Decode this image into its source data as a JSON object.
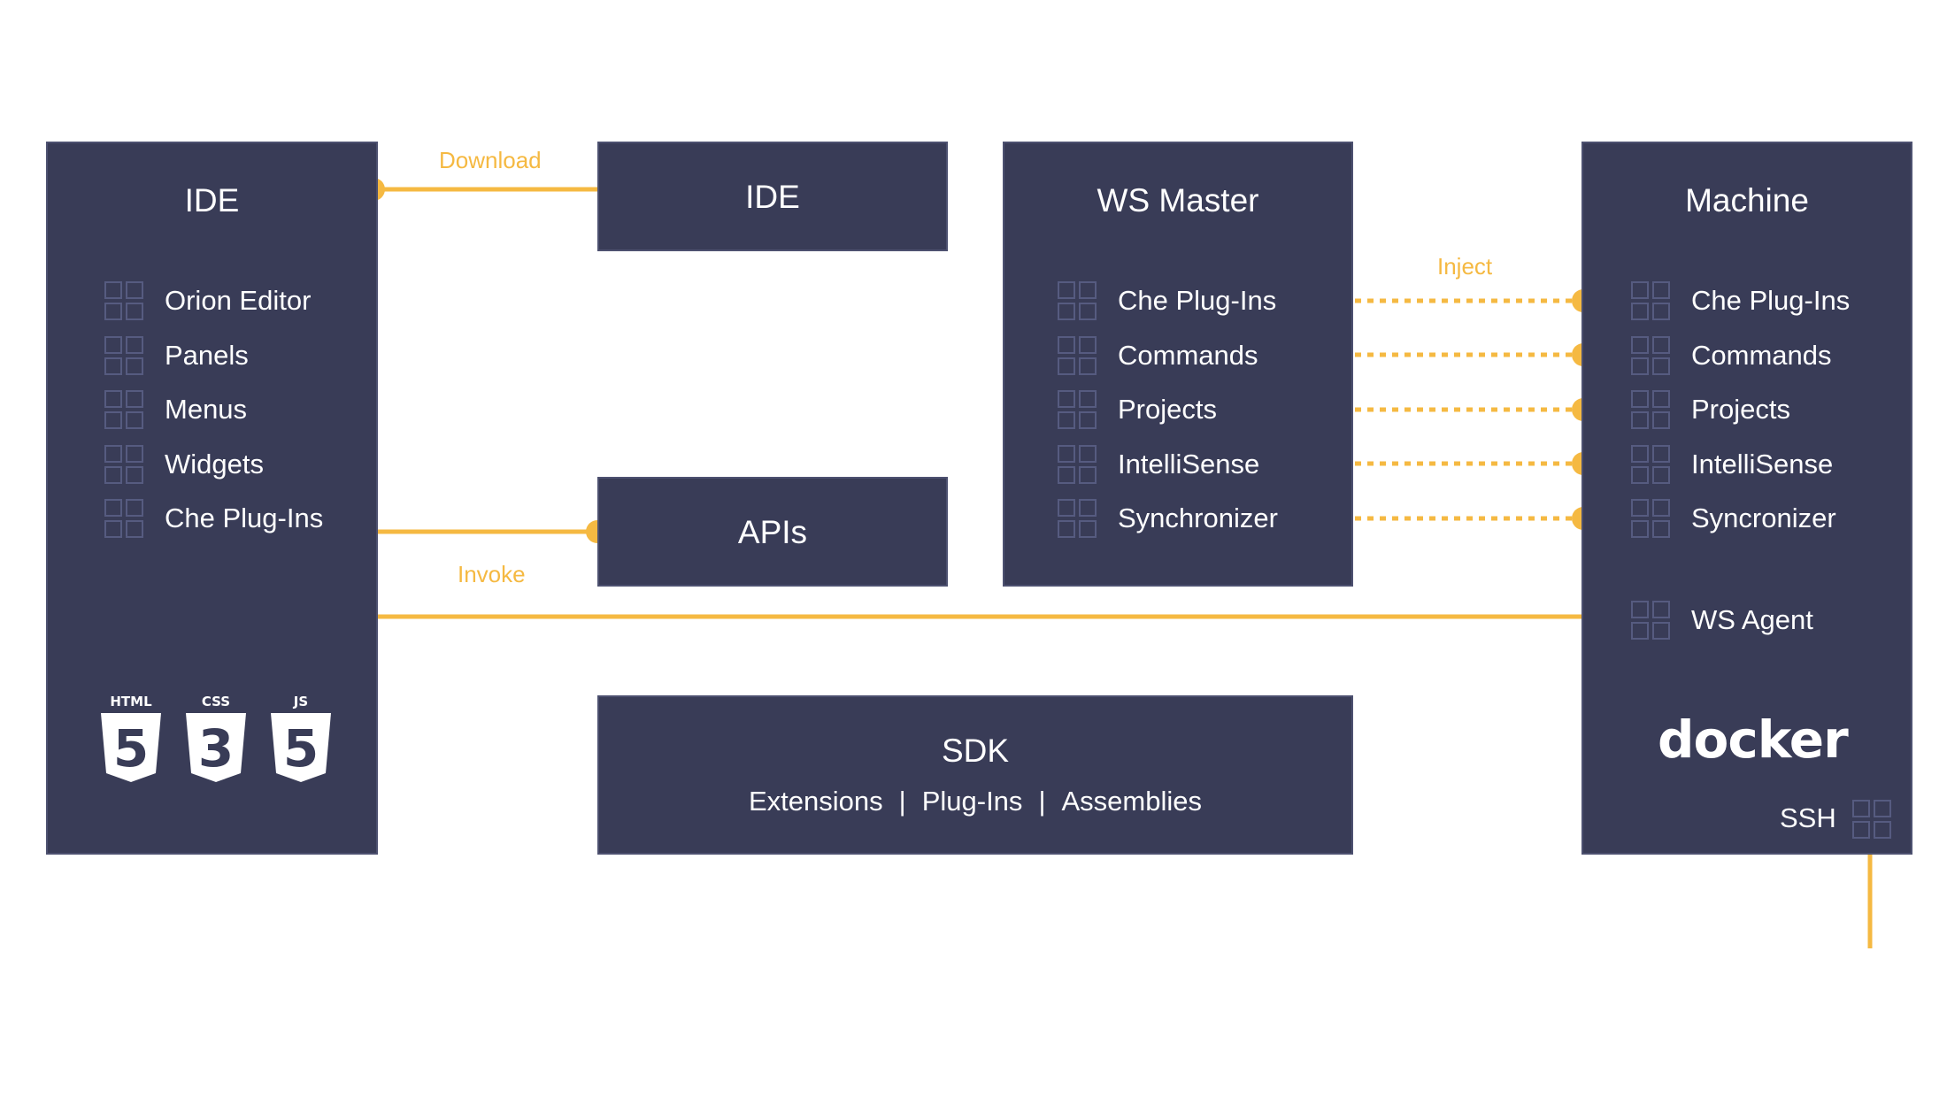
{
  "colors": {
    "box_fill": "#393c57",
    "box_border": "#4d5170",
    "connector": "#f5b942",
    "text": "#ffffff",
    "icon": "#565b80"
  },
  "ide_client": {
    "title": "IDE",
    "items": [
      "Orion Editor",
      "Panels",
      "Menus",
      "Widgets",
      "Che Plug-Ins"
    ],
    "logos": [
      {
        "label": "HTML",
        "glyph": "5",
        "icon": "html5-icon"
      },
      {
        "label": "CSS",
        "glyph": "3",
        "icon": "css3-icon"
      },
      {
        "label": "JS",
        "glyph": "5",
        "icon": "js-icon"
      }
    ]
  },
  "ide_server": {
    "title": "IDE"
  },
  "apis": {
    "title": "APIs"
  },
  "ws_master": {
    "title": "WS Master",
    "items": [
      "Che Plug-Ins",
      "Commands",
      "Projects",
      "IntelliSense",
      "Synchronizer"
    ]
  },
  "machine": {
    "title": "Machine",
    "items": [
      "Che Plug-Ins",
      "Commands",
      "Projects",
      "IntelliSense",
      "Syncronizer"
    ],
    "agent": "WS Agent",
    "docker": "docker",
    "ssh": "SSH"
  },
  "sdk": {
    "title": "SDK",
    "parts": [
      "Extensions",
      "Plug-Ins",
      "Assemblies"
    ],
    "separator": "|"
  },
  "connectors": {
    "download": "Download",
    "invoke": "Invoke",
    "inject": "Inject"
  }
}
